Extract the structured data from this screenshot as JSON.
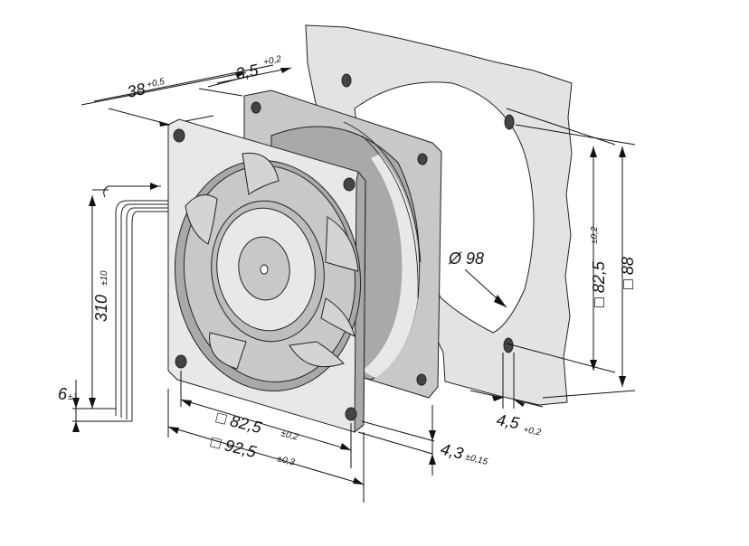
{
  "colors": {
    "panel": "#e3e3e3",
    "housing_dark": "#a9a9a9",
    "housing_mid": "#c8c8c8",
    "housing_light": "#e8e8e8",
    "blade": "#d4d4d4",
    "hub": "#bdbdbd",
    "ink": "#111111"
  },
  "dimensions": {
    "depth": {
      "value": "38",
      "tol": "+0,5"
    },
    "flange": {
      "value": "3,5",
      "tol": "+0,2"
    },
    "cable_length": {
      "value": "310",
      "tol": "±10"
    },
    "strip_length": {
      "value": "6",
      "tol": "±1"
    },
    "hole_spacing": {
      "value": "□ 82,5",
      "tol": "±0,2"
    },
    "frame_size": {
      "value": "□ 92,5",
      "tol": "±0,3"
    },
    "hole_diameter": {
      "value": "4,3",
      "tol": "±0,15"
    },
    "cutout_diameter": {
      "value": "Ø 98"
    },
    "panel_hole_spacing": {
      "value": "□ 82,5",
      "tol": "±0,2"
    },
    "panel_size": {
      "value": "□ 88"
    },
    "panel_hole": {
      "value": "4,5",
      "tol": "+0,2"
    }
  }
}
